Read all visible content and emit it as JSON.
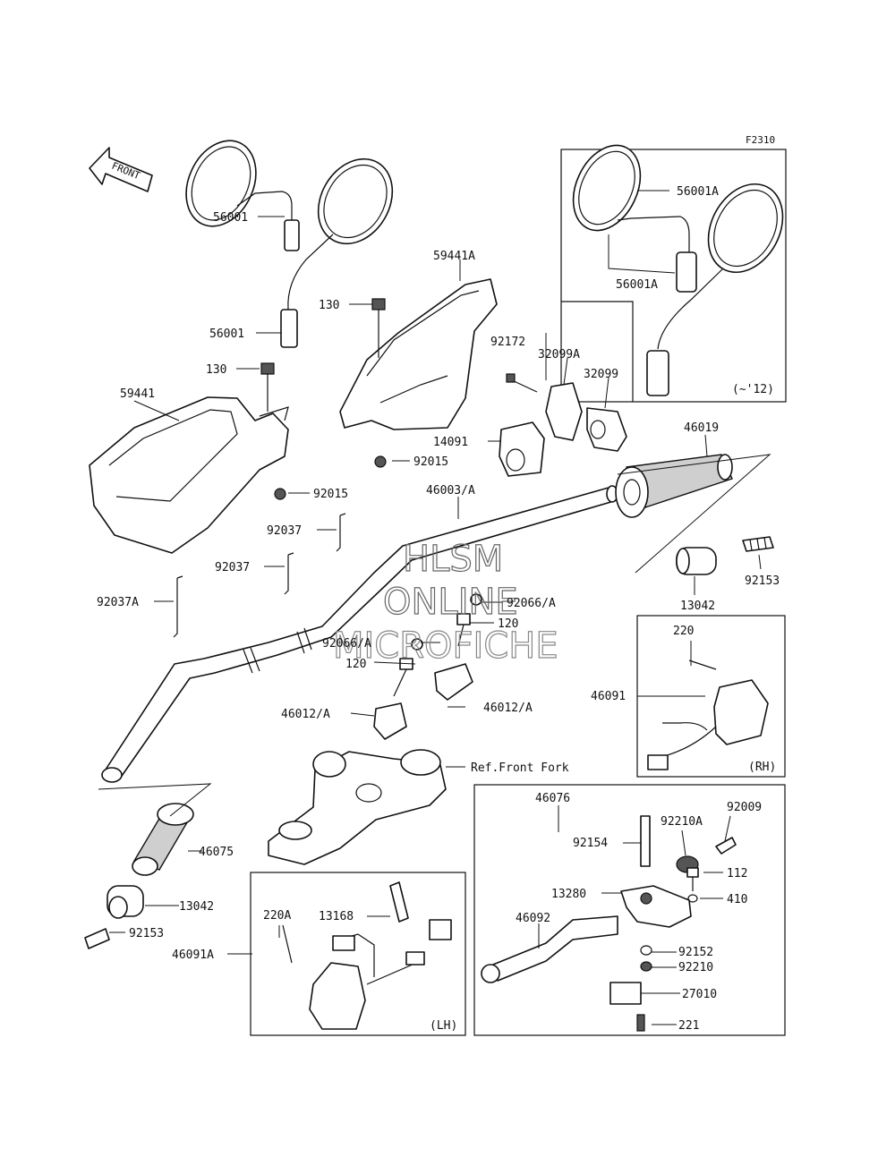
{
  "diagram_code": "F2310",
  "front_label": "FRONT",
  "watermark": [
    "HLSM",
    "ONLINE",
    "MICROFICHE"
  ],
  "box_notes": {
    "mirror_box": "(~'12)",
    "rh_box": "(RH)",
    "lh_box": "(LH)"
  },
  "parts": {
    "p56001_a": "56001",
    "p56001_b": "56001",
    "p56001A_a": "56001A",
    "p56001A_b": "56001A",
    "p59441A": "59441A",
    "p59441": "59441",
    "p130_a": "130",
    "p130_b": "130",
    "p92172": "92172",
    "p32099A": "32099A",
    "p32099": "32099",
    "p14091": "14091",
    "p92015_a": "92015",
    "p92015_b": "92015",
    "p46019": "46019",
    "p46003": "46003/A",
    "p92037_a": "92037",
    "p92037_b": "92037",
    "p92037A": "92037A",
    "p92153_a": "92153",
    "p92153_b": "92153",
    "p13042_a": "13042",
    "p13042_b": "13042",
    "p92066_a": "92066/A",
    "p92066_b": "92066/A",
    "p120_a": "120",
    "p120_b": "120",
    "p46012_a": "46012/A",
    "p46012_b": "46012/A",
    "ref_front_fork": "Ref.Front Fork",
    "p220": "220",
    "p46091": "46091",
    "p46075": "46075",
    "p46076": "46076",
    "p92009": "92009",
    "p92210A": "92210A",
    "p92154": "92154",
    "p112": "112",
    "p13280": "13280",
    "p410": "410",
    "p46092": "46092",
    "p92152": "92152",
    "p92210": "92210",
    "p27010": "27010",
    "p221": "221",
    "p220A": "220A",
    "p13168": "13168",
    "p46091A": "46091A"
  }
}
